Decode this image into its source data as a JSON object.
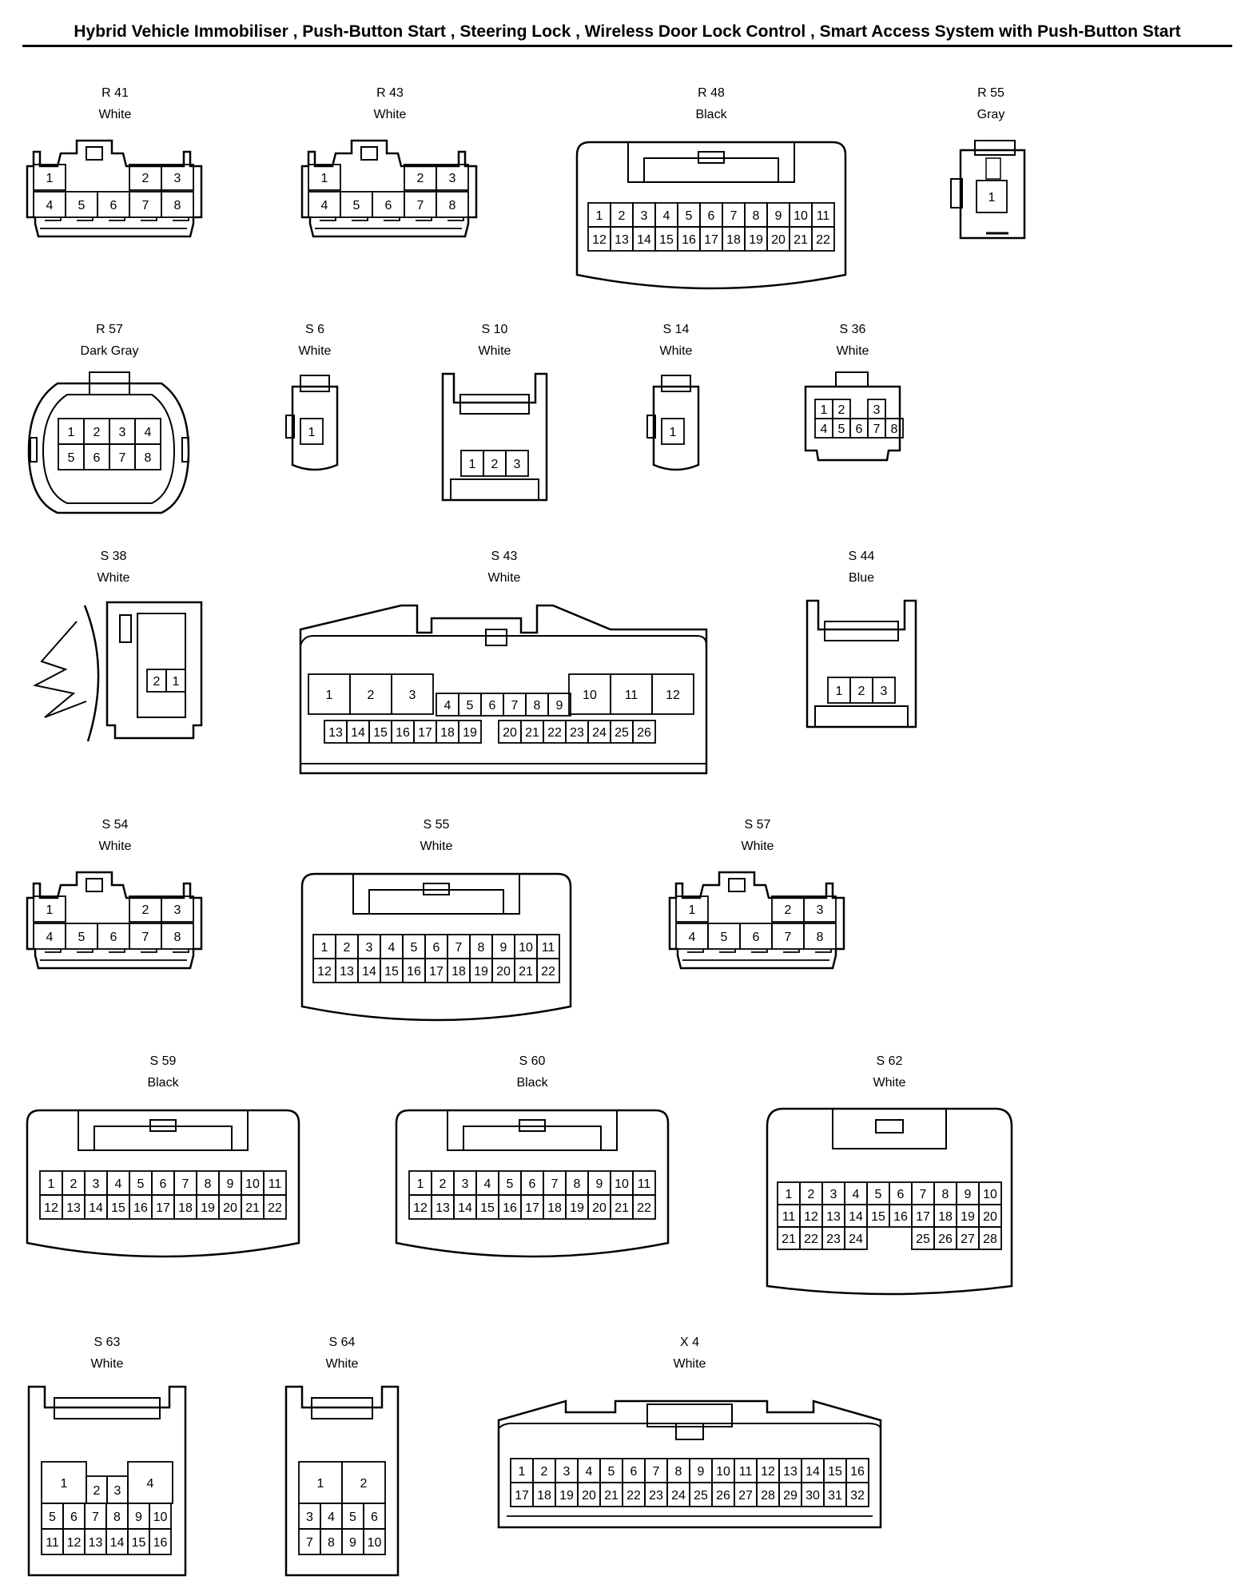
{
  "title": "Hybrid Vehicle Immobiliser , Push-Button Start , Steering Lock , Wireless Door Lock Control , Smart Access System with Push-Button Start",
  "connectors": {
    "R41": {
      "code": "R 41",
      "color": "White",
      "rows": [
        [
          "1",
          "",
          "",
          "2",
          "3"
        ],
        [
          "4",
          "5",
          "6",
          "7",
          "8"
        ]
      ]
    },
    "R43": {
      "code": "R 43",
      "color": "White",
      "rows": [
        [
          "1",
          "",
          "",
          "2",
          "3"
        ],
        [
          "4",
          "5",
          "6",
          "7",
          "8"
        ]
      ]
    },
    "R48": {
      "code": "R 48",
      "color": "Black",
      "rows": [
        [
          "1",
          "2",
          "3",
          "4",
          "5",
          "6",
          "7",
          "8",
          "9",
          "10",
          "11"
        ],
        [
          "12",
          "13",
          "14",
          "15",
          "16",
          "17",
          "18",
          "19",
          "20",
          "21",
          "22"
        ]
      ]
    },
    "R55": {
      "code": "R 55",
      "color": "Gray",
      "rows": [
        [
          "1"
        ]
      ]
    },
    "R57": {
      "code": "R 57",
      "color": "Dark Gray",
      "rows": [
        [
          "1",
          "2",
          "3",
          "4"
        ],
        [
          "5",
          "6",
          "7",
          "8"
        ]
      ]
    },
    "S6": {
      "code": "S 6",
      "color": "White",
      "rows": [
        [
          "1"
        ]
      ]
    },
    "S10": {
      "code": "S 10",
      "color": "White",
      "rows": [
        [
          "1",
          "2",
          "3"
        ]
      ]
    },
    "S14": {
      "code": "S 14",
      "color": "White",
      "rows": [
        [
          "1"
        ]
      ]
    },
    "S36": {
      "code": "S 36",
      "color": "White",
      "rows": [
        [
          "1",
          "2",
          "",
          "3"
        ],
        [
          "4",
          "5",
          "6",
          "7",
          "8"
        ]
      ]
    },
    "S38": {
      "code": "S 38",
      "color": "White",
      "rows": [
        [
          "2",
          "1"
        ]
      ]
    },
    "S43": {
      "code": "S 43",
      "color": "White",
      "rows": [
        [
          "1",
          "2",
          "3",
          "",
          "",
          "",
          "",
          "",
          "",
          "10",
          "11",
          "12"
        ],
        [
          "4",
          "5",
          "6",
          "7",
          "8",
          "9"
        ],
        [
          "13",
          "14",
          "15",
          "16",
          "17",
          "18",
          "19",
          "20",
          "21",
          "22",
          "23",
          "24",
          "25",
          "26"
        ]
      ]
    },
    "S44": {
      "code": "S 44",
      "color": "Blue",
      "rows": [
        [
          "1",
          "2",
          "3"
        ]
      ]
    },
    "S54": {
      "code": "S 54",
      "color": "White",
      "rows": [
        [
          "1",
          "",
          "",
          "2",
          "3"
        ],
        [
          "4",
          "5",
          "6",
          "7",
          "8"
        ]
      ]
    },
    "S55": {
      "code": "S 55",
      "color": "White",
      "rows": [
        [
          "1",
          "2",
          "3",
          "4",
          "5",
          "6",
          "7",
          "8",
          "9",
          "10",
          "11"
        ],
        [
          "12",
          "13",
          "14",
          "15",
          "16",
          "17",
          "18",
          "19",
          "20",
          "21",
          "22"
        ]
      ]
    },
    "S57": {
      "code": "S 57",
      "color": "White",
      "rows": [
        [
          "1",
          "",
          "",
          "2",
          "3"
        ],
        [
          "4",
          "5",
          "6",
          "7",
          "8"
        ]
      ]
    },
    "S59": {
      "code": "S 59",
      "color": "Black",
      "rows": [
        [
          "1",
          "2",
          "3",
          "4",
          "5",
          "6",
          "7",
          "8",
          "9",
          "10",
          "11"
        ],
        [
          "12",
          "13",
          "14",
          "15",
          "16",
          "17",
          "18",
          "19",
          "20",
          "21",
          "22"
        ]
      ]
    },
    "S60": {
      "code": "S 60",
      "color": "Black",
      "rows": [
        [
          "1",
          "2",
          "3",
          "4",
          "5",
          "6",
          "7",
          "8",
          "9",
          "10",
          "11"
        ],
        [
          "12",
          "13",
          "14",
          "15",
          "16",
          "17",
          "18",
          "19",
          "20",
          "21",
          "22"
        ]
      ]
    },
    "S62": {
      "code": "S 62",
      "color": "White",
      "rows": [
        [
          "1",
          "2",
          "3",
          "4",
          "5",
          "6",
          "7",
          "8",
          "9",
          "10"
        ],
        [
          "11",
          "12",
          "13",
          "14",
          "15",
          "16",
          "17",
          "18",
          "19",
          "20"
        ],
        [
          "21",
          "22",
          "23",
          "24",
          "",
          "",
          "25",
          "26",
          "27",
          "28"
        ]
      ]
    },
    "S63": {
      "code": "S 63",
      "color": "White",
      "rows": [
        [
          "1",
          "2",
          "3",
          "4"
        ],
        [
          "5",
          "6",
          "7",
          "8",
          "9",
          "10"
        ],
        [
          "11",
          "12",
          "13",
          "14",
          "15",
          "16"
        ]
      ]
    },
    "S64": {
      "code": "S 64",
      "color": "White",
      "rows": [
        [
          "1",
          "2"
        ],
        [
          "3",
          "4",
          "5",
          "6"
        ],
        [
          "7",
          "8",
          "9",
          "10"
        ]
      ]
    },
    "X4": {
      "code": "X 4",
      "color": "White",
      "rows": [
        [
          "1",
          "2",
          "3",
          "4",
          "5",
          "6",
          "7",
          "8",
          "9",
          "10",
          "11",
          "12",
          "13",
          "14",
          "15",
          "16"
        ],
        [
          "17",
          "18",
          "19",
          "20",
          "21",
          "22",
          "23",
          "24",
          "25",
          "26",
          "27",
          "28",
          "29",
          "30",
          "31",
          "32"
        ]
      ]
    }
  }
}
